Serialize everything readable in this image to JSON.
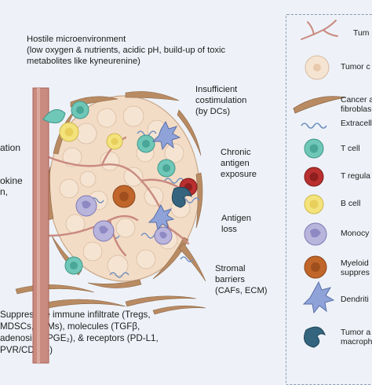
{
  "labels": {
    "hostile_line1": "Hostile microenvironment",
    "hostile_line2": "(low oxygen & nutrients, acidic pH, build-up of toxic",
    "hostile_line3": "metabolites like kyneurenine)",
    "costim_line1": "Insufficient",
    "costim_line2": "costimulation",
    "costim_line3": "(by DCs)",
    "chronic_line1": "Chronic",
    "chronic_line2": "antigen",
    "chronic_line3": "exposure",
    "loss_line1": "Antigen",
    "loss_line2": "loss",
    "stromal_line1": "Stromal",
    "stromal_line2": "barriers",
    "stromal_line3": "(CAFs, ECM)",
    "left_a": "ation",
    "left_b": "okine",
    "left_c": "n,",
    "supp_line1": "Suppressive immune infiltrate (Tregs,",
    "supp_line2": "MDSCs, TAMs), molecules  (TGFβ,",
    "supp_line3": "adenosine, PGE₂), & receptors (PD-L1,",
    "supp_line4": "PVR/CD155)"
  },
  "legend": [
    {
      "id": "vessel",
      "label": "Tum",
      "icon": "tumor-vessel-icon"
    },
    {
      "id": "tumor",
      "label": "Tumor c",
      "icon": "tumor-cell-icon"
    },
    {
      "id": "caf",
      "label": "Cancer a",
      "label2": "fibroblas",
      "icon": "fibroblast-icon"
    },
    {
      "id": "ecm",
      "label": "Extracell",
      "icon": "extracellular-matrix-icon"
    },
    {
      "id": "tcell",
      "label": "T cell",
      "icon": "t-cell-icon"
    },
    {
      "id": "treg",
      "label": "T regula",
      "icon": "t-regulatory-cell-icon"
    },
    {
      "id": "bcell",
      "label": "B cell",
      "icon": "b-cell-icon"
    },
    {
      "id": "mono",
      "label": "Monocy",
      "icon": "monocyte-icon"
    },
    {
      "id": "myeloid",
      "label": "Myeloid",
      "label2": "suppres",
      "icon": "myeloid-suppressor-icon"
    },
    {
      "id": "dc",
      "label": "Dendriti",
      "icon": "dendritic-cell-icon"
    },
    {
      "id": "tam",
      "label": "Tumor a",
      "label2": "macroph",
      "icon": "tumor-macrophage-icon"
    }
  ],
  "colors": {
    "background": "#eef2f8",
    "tumor_fill": "#f3dcc6",
    "tumor_stroke": "#c9a889",
    "vessel": "#c98a7f",
    "vessel_dark": "#a85f55",
    "fibroblast": "#b98b63",
    "ecm": "#6f8fbf",
    "tcell": "#6fc7b8",
    "treg": "#b8302f",
    "bcell": "#f4e27c",
    "monocyte": "#b9b4dc",
    "myeloid": "#c1662b",
    "dendritic": "#8fa3d9",
    "tam": "#35657e"
  }
}
